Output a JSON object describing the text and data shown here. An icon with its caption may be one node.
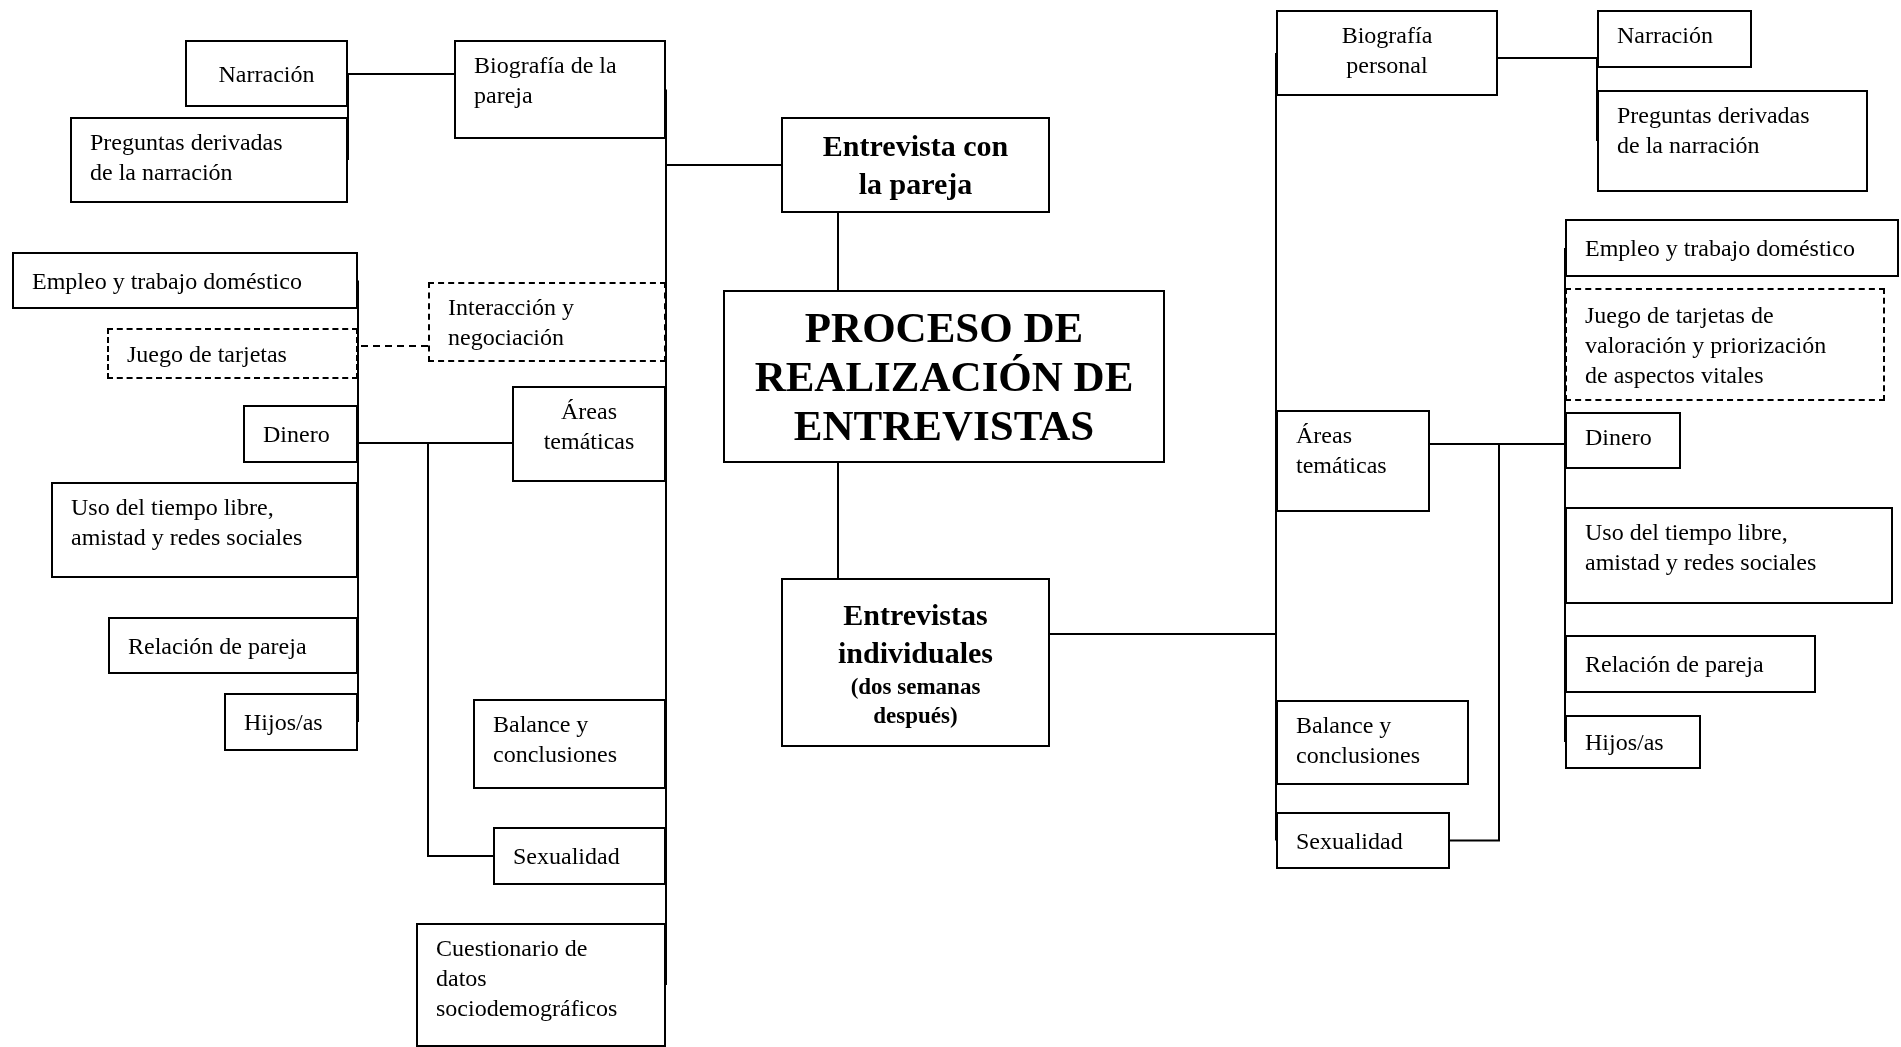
{
  "diagram": {
    "nodes": [
      {
        "text": [
          "Narración"
        ]
      },
      {
        "text": [
          "Biografía de la pareja"
        ]
      },
      {
        "text": [
          "Preguntas derivadas de la narración"
        ]
      },
      {
        "text": [
          "Entrevista con la pareja"
        ]
      },
      {
        "text": [
          "Empleo y trabajo doméstico"
        ]
      },
      {
        "text": [
          "Interacción y negociación"
        ]
      },
      {
        "text": [
          "Juego de tarjetas"
        ]
      },
      {
        "text": [
          "PROCESO DE REALIZACIÓN DE ENTREVISTAS"
        ]
      },
      {
        "text": [
          "Dinero"
        ]
      },
      {
        "text": [
          "Áreas temáticas"
        ]
      },
      {
        "text": [
          "Uso del tiempo libre, amistad y redes sociales"
        ]
      },
      {
        "text": [
          "Relación de pareja"
        ]
      },
      {
        "text": [
          "Hijos/as"
        ]
      },
      {
        "text": [
          "Balance y conclusiones"
        ]
      },
      {
        "text": [
          "Sexualidad"
        ]
      },
      {
        "text": [
          "Cuestionario de datos sociodemográficos"
        ]
      },
      {
        "text": [
          "Entrevistas individuales",
          "(dos semanas después)"
        ]
      },
      {
        "text": [
          "Biografía personal"
        ]
      },
      {
        "text": [
          "Narración"
        ]
      },
      {
        "text": [
          "Preguntas derivadas de la narración"
        ]
      },
      {
        "text": [
          "Empleo y trabajo doméstico"
        ]
      },
      {
        "text": [
          "Juego de tarjetas de valoración y priorización de aspectos vitales"
        ]
      },
      {
        "text": [
          "Áreas temáticas"
        ]
      },
      {
        "text": [
          "Dinero"
        ]
      },
      {
        "text": [
          "Uso del tiempo libre, amistad y redes sociales"
        ]
      },
      {
        "text": [
          "Relación de pareja"
        ]
      },
      {
        "text": [
          "Hijos/as"
        ]
      },
      {
        "text": [
          "Balance y conclusiones"
        ]
      },
      {
        "text": [
          "Sexualidad"
        ]
      }
    ],
    "edges": [
      {
        "from": 7,
        "to": 3,
        "arrow": "none"
      },
      {
        "from": 7,
        "to": 16,
        "arrow": "none"
      },
      {
        "from": 3,
        "to": 1,
        "arrow": "none"
      },
      {
        "from": 3,
        "to": 5,
        "arrow": "none"
      },
      {
        "from": 3,
        "to": 9,
        "arrow": "none"
      },
      {
        "from": 3,
        "to": 13,
        "arrow": "none"
      },
      {
        "from": 3,
        "to": 15,
        "arrow": "none"
      },
      {
        "from": 1,
        "to": 0,
        "arrow": "none"
      },
      {
        "from": 1,
        "to": 2,
        "arrow": "none"
      },
      {
        "from": 5,
        "to": 6,
        "arrow": "none",
        "style": "dashed"
      },
      {
        "from": 9,
        "to": 4,
        "arrow": "none"
      },
      {
        "from": 9,
        "to": 8,
        "arrow": "none"
      },
      {
        "from": 9,
        "to": 10,
        "arrow": "none"
      },
      {
        "from": 9,
        "to": 11,
        "arrow": "none"
      },
      {
        "from": 9,
        "to": 12,
        "arrow": "none"
      },
      {
        "from": 9,
        "to": 14,
        "arrow": "none"
      },
      {
        "from": 16,
        "to": 17,
        "arrow": "none"
      },
      {
        "from": 16,
        "to": 22,
        "arrow": "none"
      },
      {
        "from": 16,
        "to": 27,
        "arrow": "none"
      },
      {
        "from": 16,
        "to": 28,
        "arrow": "none"
      },
      {
        "from": 17,
        "to": 18,
        "arrow": "none"
      },
      {
        "from": 17,
        "to": 19,
        "arrow": "none"
      },
      {
        "from": 22,
        "to": 20,
        "arrow": "none"
      },
      {
        "from": 22,
        "to": 21,
        "arrow": "none"
      },
      {
        "from": 22,
        "to": 23,
        "arrow": "none"
      },
      {
        "from": 22,
        "to": 24,
        "arrow": "none"
      },
      {
        "from": 22,
        "to": 25,
        "arrow": "none"
      },
      {
        "from": 22,
        "to": 26,
        "arrow": "none"
      },
      {
        "from": 22,
        "to": 28,
        "arrow": "none"
      }
    ]
  }
}
